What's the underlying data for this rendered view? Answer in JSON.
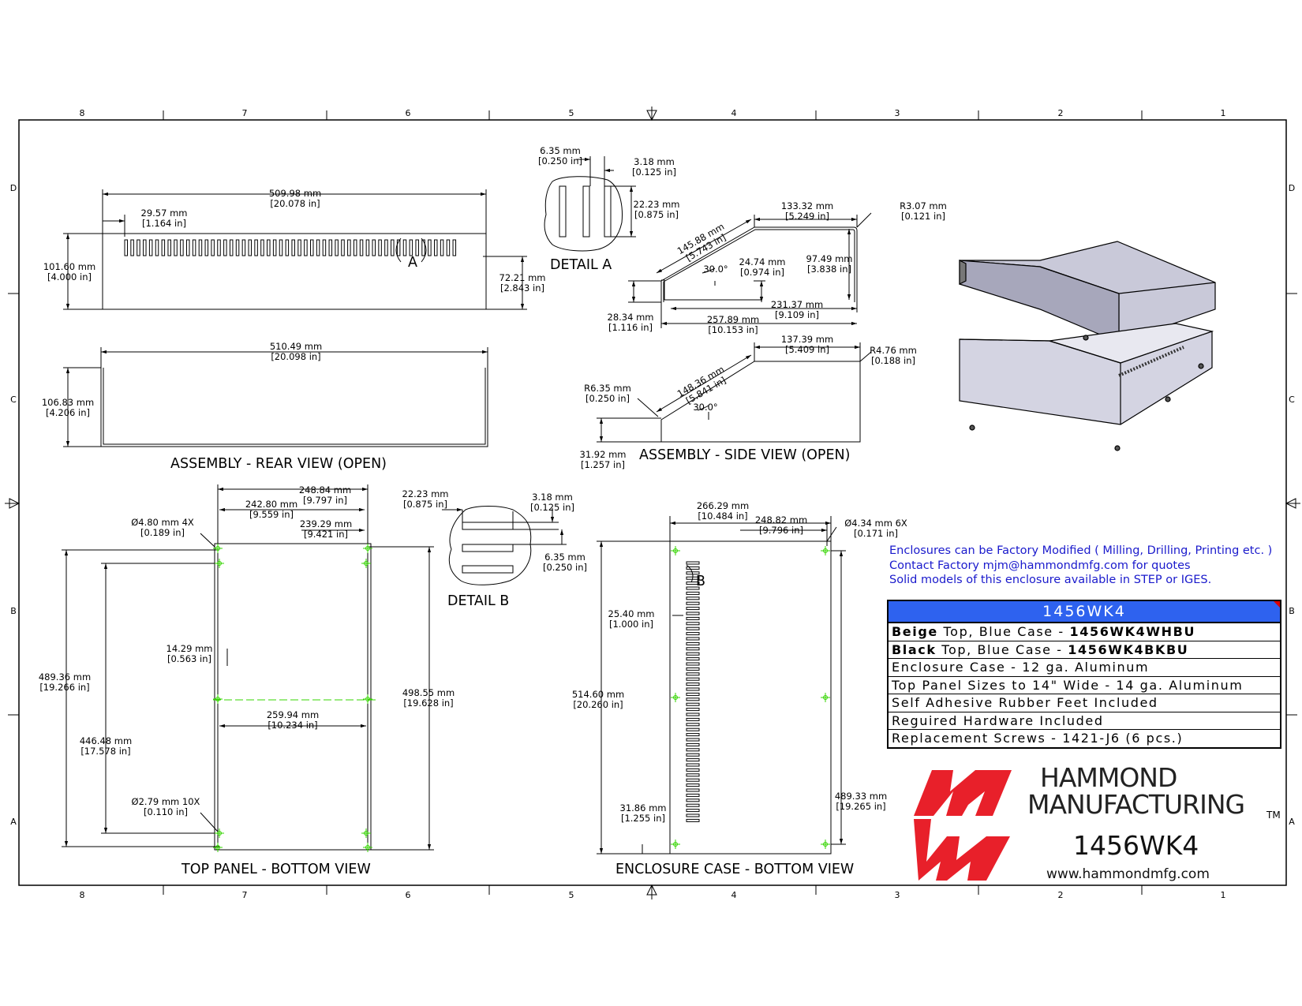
{
  "grid": {
    "columns": [
      "8",
      "7",
      "6",
      "5",
      "4",
      "3",
      "2",
      "1"
    ],
    "rows": [
      "D",
      "C",
      "B",
      "A"
    ]
  },
  "views": {
    "rear_title": "ASSEMBLY - REAR VIEW (OPEN)",
    "side_title": "ASSEMBLY - SIDE VIEW  (OPEN)",
    "detail_a": "DETAIL  A",
    "detail_b": "DETAIL  B",
    "top_panel_title": "TOP PANEL - BOTTOM VIEW",
    "enclosure_title": "ENCLOSURE CASE - BOTTOM VIEW",
    "callout_a": "A",
    "callout_b": "B"
  },
  "dims": {
    "d1": [
      "509.98 mm",
      "[20.078 in]"
    ],
    "d2": [
      "29.57 mm",
      "[1.164 in]"
    ],
    "d3": [
      "101.60 mm",
      "[4.000 in]"
    ],
    "d4": [
      "72.21 mm",
      "[2.843 in]"
    ],
    "d5": [
      "510.49 mm",
      "[20.098 in]"
    ],
    "d6": [
      "106.83 mm",
      "[4.206 in]"
    ],
    "d7": [
      "6.35 mm",
      "[0.250 in]"
    ],
    "d8": [
      "3.18 mm",
      "[0.125 in]"
    ],
    "d9": [
      "22.23 mm",
      "[0.875 in]"
    ],
    "d10": [
      "133.32 mm",
      "[5.249 in]"
    ],
    "d11": [
      "R3.07 mm",
      "[0.121 in]"
    ],
    "d12": [
      "145.88 mm",
      "[5.743 in]"
    ],
    "d13": [
      "30.0°"
    ],
    "d14": [
      "24.74 mm",
      "[0.974 in]"
    ],
    "d15": [
      "97.49 mm",
      "[3.838 in]"
    ],
    "d16": [
      "231.37 mm",
      "[9.109 in]"
    ],
    "d17": [
      "28.34 mm",
      "[1.116 in]"
    ],
    "d18": [
      "257.89 mm",
      "[10.153 in]"
    ],
    "d19": [
      "137.39 mm",
      "[5.409 in]"
    ],
    "d20": [
      "R4.76 mm",
      "[0.188 in]"
    ],
    "d21": [
      "148.36 mm",
      "[5.841 in]"
    ],
    "d22": [
      "R6.35 mm",
      "[0.250 in]"
    ],
    "d23": [
      "30.0°"
    ],
    "d24": [
      "31.92 mm",
      "[1.257 in]"
    ],
    "d25": [
      "248.84 mm",
      "[9.797 in]"
    ],
    "d26": [
      "242.80 mm",
      "[9.559 in]"
    ],
    "d27": [
      "239.29 mm",
      "[9.421 in]"
    ],
    "d28": [
      "Ø4.80 mm 4X",
      "[0.189 in]"
    ],
    "d29": [
      "14.29 mm",
      "[0.563 in]"
    ],
    "d30": [
      "489.36 mm",
      "[19.266 in]"
    ],
    "d31": [
      "446.48 mm",
      "[17.578 in]"
    ],
    "d32": [
      "259.94 mm",
      "[10.234 in]"
    ],
    "d33": [
      "498.55 mm",
      "[19.628 in]"
    ],
    "d34": [
      "Ø2.79 mm 10X",
      "[0.110 in]"
    ],
    "d35": [
      "22.23 mm",
      "[0.875 in]"
    ],
    "d36": [
      "3.18 mm",
      "[0.125 in]"
    ],
    "d37": [
      "6.35 mm",
      "[0.250 in]"
    ],
    "d38": [
      "266.29 mm",
      "[10.484 in]"
    ],
    "d39": [
      "248.82 mm",
      "[9.796 in]"
    ],
    "d40": [
      "Ø4.34 mm 6X",
      "[0.171 in]"
    ],
    "d41": [
      "25.40 mm",
      "[1.000 in]"
    ],
    "d42": [
      "514.60 mm",
      "[20.260 in]"
    ],
    "d43": [
      "31.86 mm",
      "[1.255 in]"
    ],
    "d44": [
      "489.33 mm",
      "[19.265 in]"
    ]
  },
  "notes": [
    "Enclosures can be Factory Modified ( Milling, Drilling, Printing etc. )",
    "Contact Factory mjm@hammondmfg.com for quotes",
    "Solid models of this enclosure available in STEP or IGES."
  ],
  "spec": {
    "model": "1456WK4",
    "row1": {
      "bold_a": "Beige",
      "text": " Top, Blue Case - ",
      "bold_b": "1456WK4WHBU"
    },
    "row2": {
      "bold_a": "Black",
      "text": " Top, Blue Case - ",
      "bold_b": "1456WK4BKBU"
    },
    "rows": [
      "Enclosure Case - 12 ga. Aluminum",
      "Top Panel Sizes to 14\" Wide - 14 ga. Aluminum",
      "Self Adhesive Rubber Feet Included",
      "Reguired Hardware Included",
      "Replacement Screws - 1421-J6 (6 pcs.)"
    ]
  },
  "brand": {
    "line1": "HAMMOND",
    "line2": "MANUFACTURING",
    "tm": "TM",
    "model": "1456WK4",
    "url": "www.hammondmfg.com",
    "color": "#e8202a"
  },
  "colors": {
    "line": "#000000",
    "accent_green": "#34d400",
    "note_blue": "#1a1acc",
    "header_blue": "#2e62ef"
  }
}
